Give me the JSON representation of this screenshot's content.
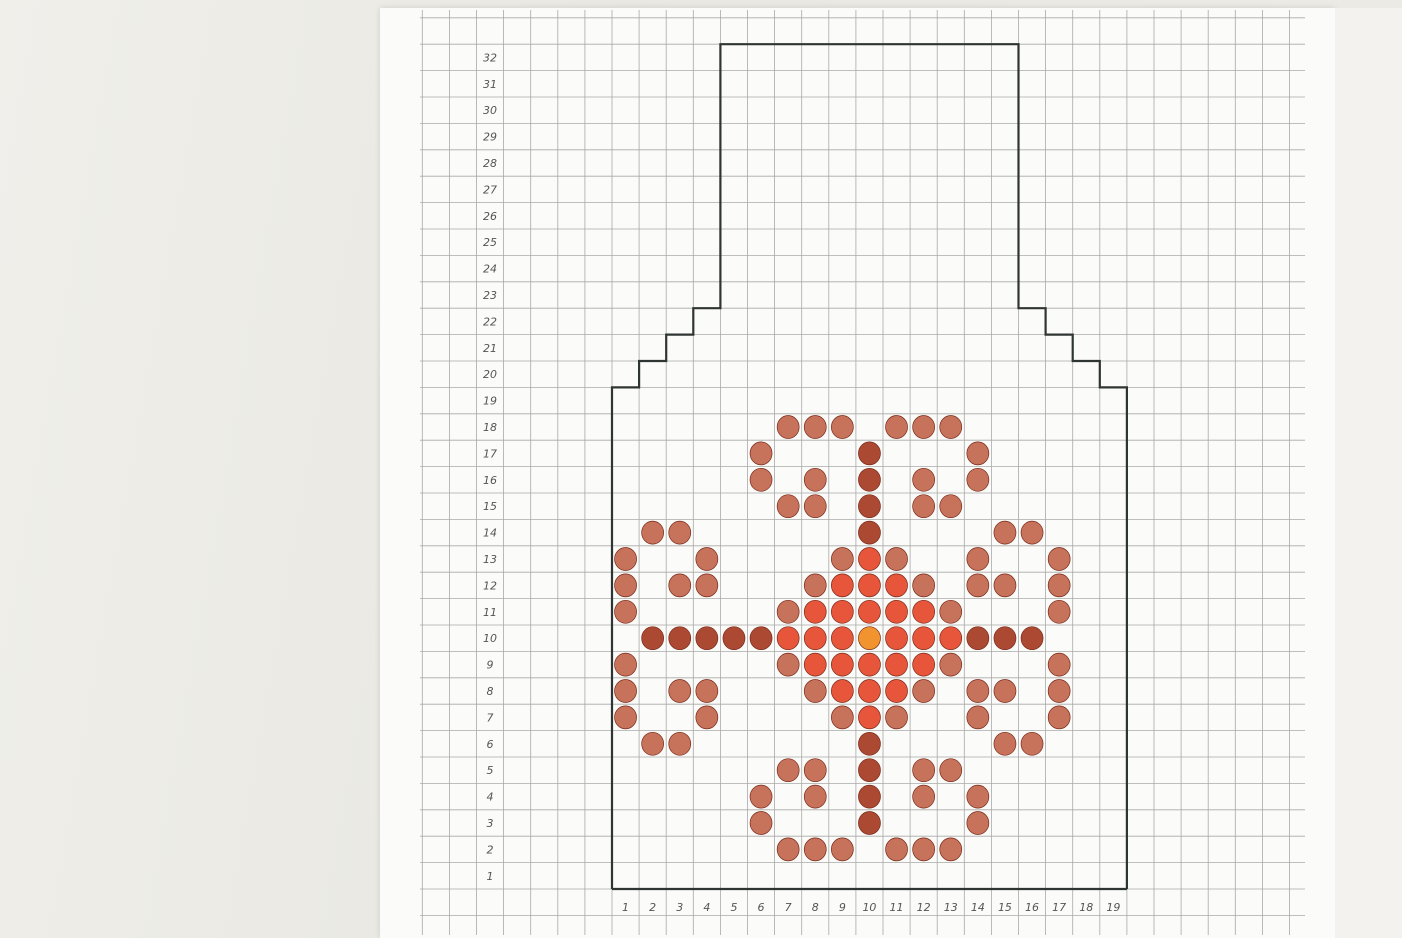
{
  "photo": {
    "row_numbers": [
      "1",
      "2",
      "3",
      "4",
      "5",
      "6",
      "7",
      "8",
      "9",
      "10",
      "11",
      "12",
      "13",
      "14",
      "15",
      "16",
      "17",
      "18",
      "19",
      "20",
      "21",
      "22",
      "23",
      "24",
      "25",
      "26",
      "27",
      "28",
      "29",
      "30",
      "31",
      "32"
    ],
    "column_numbers": [
      "1",
      "2",
      "3",
      "4",
      "5",
      "6",
      "7",
      "8",
      "9",
      "10",
      "11",
      "12",
      "13",
      "14",
      "15",
      "16",
      "17",
      "18",
      "19"
    ],
    "colors": {
      "paper": "#fbfbf9",
      "grid": "#a9a9a9",
      "outline": "#2f3532",
      "stitch_light": "#c2674e",
      "stitch_dark": "#a43a22",
      "stitch_bright": "#e5462a",
      "center": "#f08a1c"
    },
    "dot_rows": [
      [
        18,
        [
          7,
          8,
          9,
          11,
          12,
          13
        ]
      ],
      [
        17,
        [
          6,
          10,
          14
        ]
      ],
      [
        16,
        [
          6,
          8,
          10,
          12,
          14
        ]
      ],
      [
        15,
        [
          7,
          8,
          10,
          12,
          13
        ]
      ],
      [
        14,
        [
          2,
          3,
          10,
          15,
          16
        ]
      ],
      [
        13,
        [
          1,
          4,
          9,
          10,
          11,
          14,
          17
        ]
      ],
      [
        12,
        [
          1,
          3,
          4,
          8,
          9,
          10,
          11,
          12,
          14,
          15,
          17
        ]
      ],
      [
        11,
        [
          1,
          7,
          8,
          9,
          10,
          11,
          12,
          13,
          17
        ]
      ],
      [
        10,
        [
          2,
          3,
          4,
          5,
          6,
          7,
          8,
          9,
          10,
          11,
          12,
          13,
          14,
          15,
          16
        ]
      ],
      [
        9,
        [
          1,
          7,
          8,
          9,
          10,
          11,
          12,
          13,
          17
        ]
      ],
      [
        8,
        [
          1,
          3,
          4,
          8,
          9,
          10,
          11,
          12,
          14,
          15,
          17
        ]
      ],
      [
        7,
        [
          1,
          4,
          9,
          10,
          11,
          14,
          17
        ]
      ],
      [
        6,
        [
          2,
          3,
          10,
          15,
          16
        ]
      ],
      [
        5,
        [
          7,
          8,
          10,
          12,
          13
        ]
      ],
      [
        4,
        [
          6,
          8,
          10,
          12,
          14
        ]
      ],
      [
        3,
        [
          6,
          10,
          14
        ]
      ],
      [
        2,
        [
          7,
          8,
          9,
          11,
          12,
          13
        ]
      ]
    ],
    "center_stitch": [
      10,
      10
    ]
  }
}
